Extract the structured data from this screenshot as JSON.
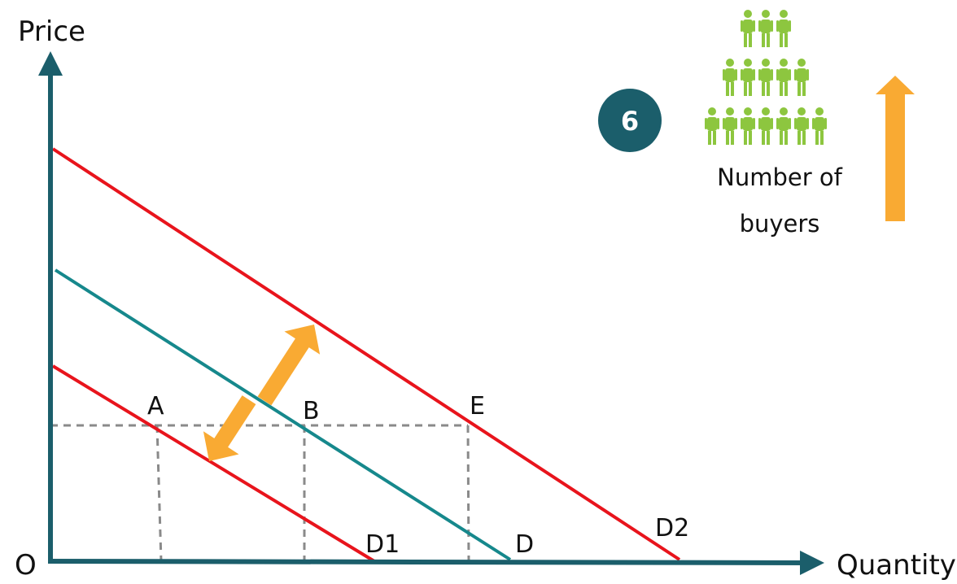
{
  "axes": {
    "y_label": "Price",
    "x_label": "Quantity",
    "origin_label": "O"
  },
  "curves": {
    "d1": "D1",
    "d": "D",
    "d2": "D2"
  },
  "points": {
    "a": "A",
    "b": "B",
    "e": "E"
  },
  "factor": {
    "number": "6",
    "caption_line1": "Number of",
    "caption_line2": "buyers",
    "people_rows": [
      3,
      5,
      7
    ]
  },
  "colors": {
    "axis": "#1b5e6b",
    "shifted_demand": "#e8141c",
    "original_demand": "#16888c",
    "arrow": "#f9aa33",
    "people": "#8dc63f",
    "badge": "#1b5e6b",
    "guide": "#8a8a8a"
  }
}
